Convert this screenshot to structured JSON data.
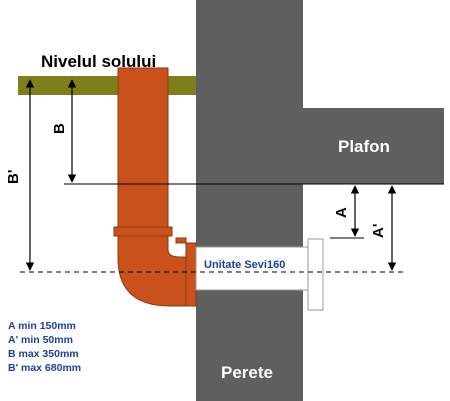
{
  "labels": {
    "ground_level": "Nivelul solului",
    "ceiling": "Plafon",
    "wall": "Perete",
    "unit": "Unitate Sevi160"
  },
  "dimensions": {
    "a": "A",
    "a_prime": "A'",
    "b": "B",
    "b_prime": "B'"
  },
  "specs": [
    "A min 150mm",
    "A' min 50mm",
    "B max 350mm",
    "B' max 680mm"
  ],
  "colors": {
    "wall": "#5f5f5f",
    "ground": "#7e7e1a",
    "pipe": "#c8511c",
    "pipe_edge": "#8e3a12",
    "spec_text": "#1f3f9a"
  }
}
